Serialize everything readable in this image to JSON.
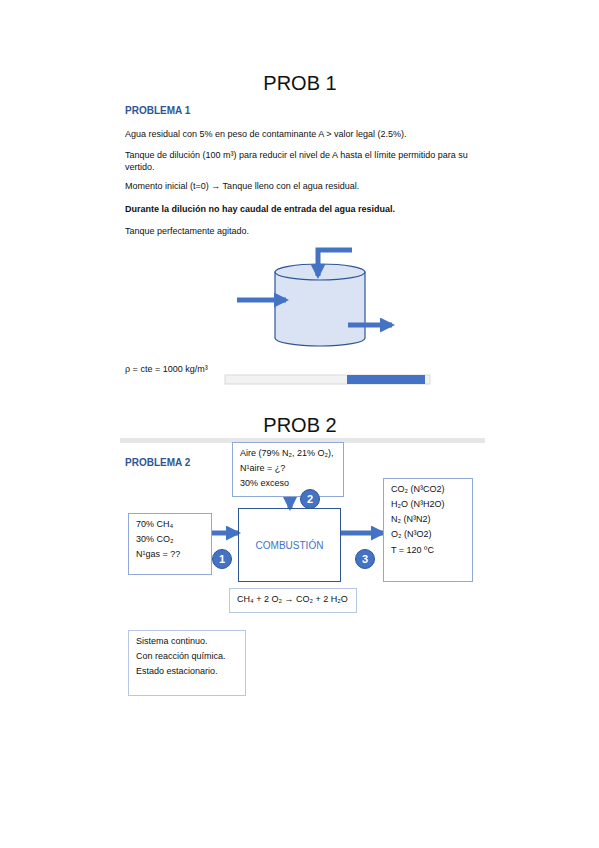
{
  "diagram": {
    "nodes": [
      {
        "text": [
          "Aire (79% N₂, 21% O₂),",
          "N¹aire = ¿?",
          "30% exceso"
        ]
      },
      {
        "text": [
          "2"
        ]
      },
      {
        "text": [
          "70% CH₄",
          "30% CO₂",
          "N¹gas = ??"
        ]
      },
      {
        "text": [
          "COMBUSTIÓN"
        ]
      },
      {
        "text": [
          "1"
        ]
      },
      {
        "text": [
          "3"
        ]
      },
      {
        "text": [
          "CO₂ (N³CO2)",
          "H₂O (N³H2O)",
          "N₂ (N³N2)",
          "O₂ (N³O2)",
          "T = 120 ºC"
        ]
      },
      {
        "text": [
          "CH₄ + 2 O₂ → CO₂ + 2 H₂O"
        ]
      },
      {
        "text": [
          "Sistema continuo.",
          "Con reacción química.",
          "Estado estacionario."
        ]
      }
    ],
    "edges": [
      {
        "from": 0,
        "to": 3,
        "arrow": "to"
      },
      {
        "from": 2,
        "to": 3,
        "arrow": "to"
      },
      {
        "from": 3,
        "to": 6,
        "arrow": "to"
      }
    ],
    "labels": [
      "PROB 1",
      "PROBLEMA 1",
      "Agua residual con 5% en peso de contaminante A > valor legal (2.5%).",
      "Tanque de dilución (100 m³) para reducir el nivel de A hasta el límite permitido para su vertido.",
      "Momento inicial (t=0) → Tanque lleno con el agua residual.",
      "Durante la dilución no hay caudal de entrada del agua residual.",
      "Tanque perfectamente agitado.",
      "ρ = cte = 1000 kg/m³",
      "PROB 2",
      "PROBLEMA 2"
    ]
  }
}
